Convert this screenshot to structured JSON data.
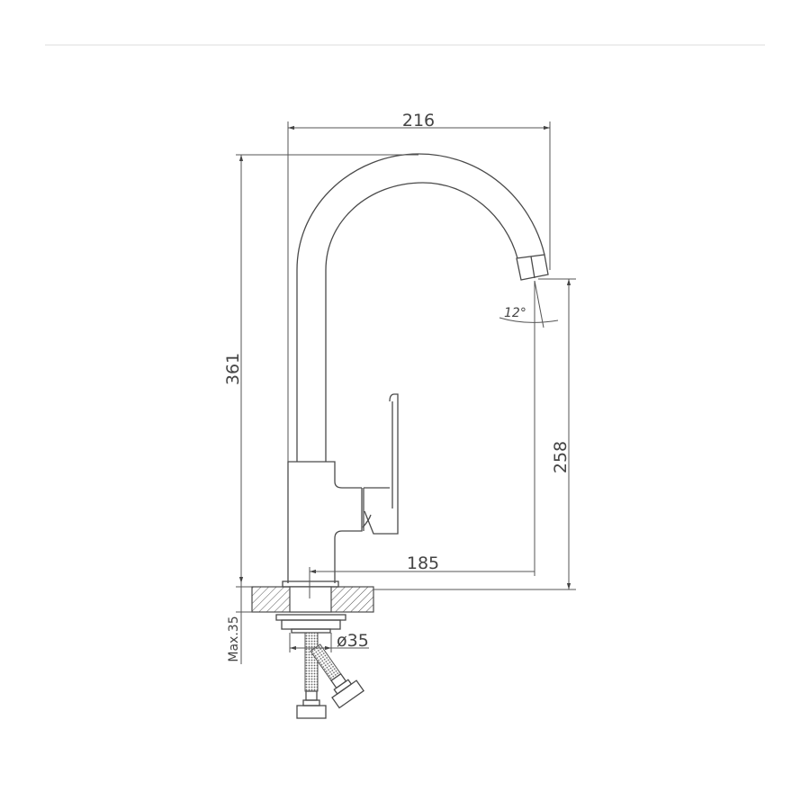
{
  "dimensions": {
    "width_total": "216",
    "height_total": "361",
    "spout_height": "258",
    "spout_reach": "185",
    "spout_angle": "12°",
    "max_counter_thickness": "Max.35",
    "hole_diameter": "ø35"
  }
}
